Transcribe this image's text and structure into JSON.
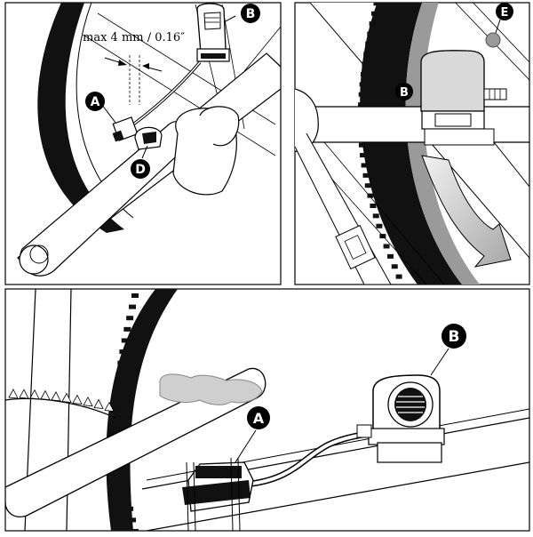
{
  "panels": [
    {
      "id": "top-left",
      "measurement_label": "max 4 mm / 0.16″",
      "callouts": [
        "A",
        "B",
        "D"
      ]
    },
    {
      "id": "top-right",
      "callouts": [
        "B",
        "E"
      ]
    },
    {
      "id": "bottom",
      "callouts": [
        "A",
        "B"
      ]
    }
  ],
  "colors": {
    "line": "#000000",
    "tire": "#1a1a1a",
    "light_gray": "#d9d9d9",
    "mid_gray": "#9a9a9a",
    "arrow_fill": "#d0d0d0"
  }
}
